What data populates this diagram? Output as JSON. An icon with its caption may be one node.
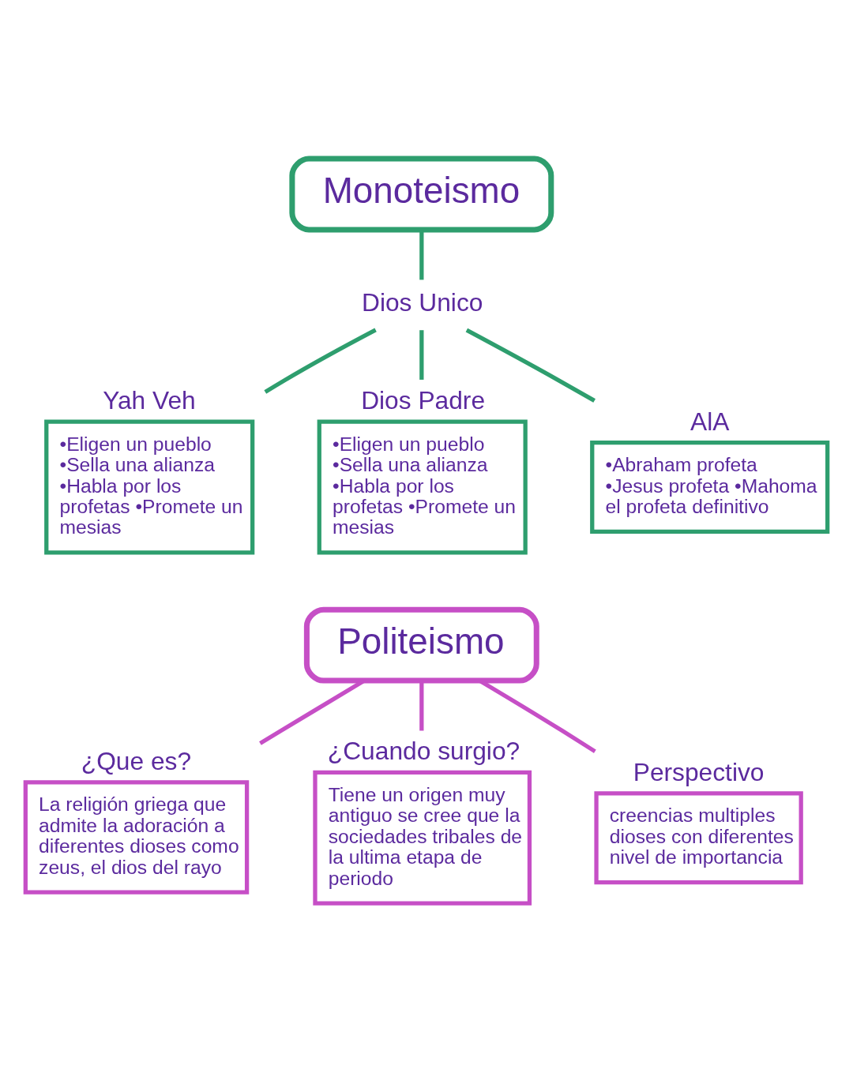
{
  "diagram": {
    "nodes": [
      {
        "text": [
          "Monoteismo"
        ]
      },
      {
        "text": [
          "Dios Unico"
        ]
      },
      {
        "text": [
          "Yah Veh",
          "•Eligen un pueblo •Sella una alianza •Habla por los profetas •Promete un mesias"
        ]
      },
      {
        "text": [
          "Dios Padre",
          "•Eligen un pueblo •Sella una alianza •Habla por los profetas •Promete un mesias"
        ]
      },
      {
        "text": [
          "AlA",
          "•Abraham profeta •Jesus profeta •Mahoma el profeta definitivo"
        ]
      },
      {
        "text": [
          "Politeismo"
        ]
      },
      {
        "text": [
          "¿Que es?",
          "La religión griega que admite la adoración a diferentes dioses como zeus, el dios del rayo"
        ]
      },
      {
        "text": [
          "¿Cuando surgio?",
          "Tiene un origen muy antiguo se cree que la sociedades tribales de la ultima etapa de periodo"
        ]
      },
      {
        "text": [
          "Perspectivo",
          "creencias multiples dioses con diferentes nivel de importancia"
        ]
      }
    ],
    "edges": [
      {
        "from": 0,
        "to": 1,
        "arrow": "none"
      },
      {
        "from": 1,
        "to": 2,
        "arrow": "none"
      },
      {
        "from": 1,
        "to": 3,
        "arrow": "none"
      },
      {
        "from": 1,
        "to": 4,
        "arrow": "none"
      },
      {
        "from": 5,
        "to": 6,
        "arrow": "none",
        "color": "#c64fc6"
      },
      {
        "from": 5,
        "to": 7,
        "arrow": "none",
        "color": "#c64fc6"
      },
      {
        "from": 5,
        "to": 8,
        "arrow": "none",
        "color": "#c64fc6"
      }
    ]
  }
}
